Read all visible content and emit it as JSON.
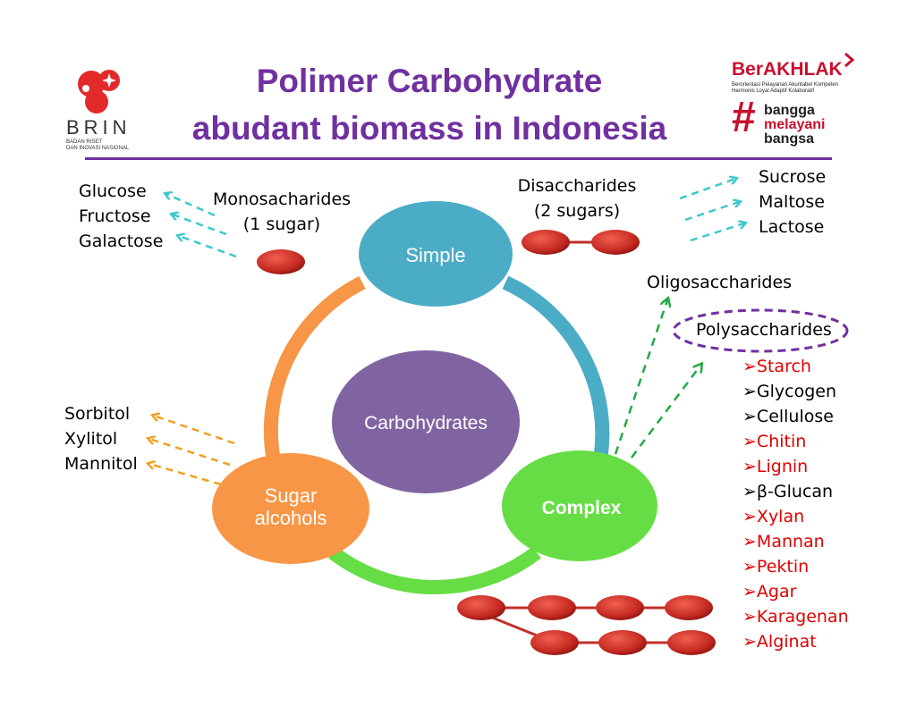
{
  "header": {
    "title_line1": "Polimer Carbohydrate",
    "title_line2": "abudant biomass in Indonesia",
    "brin_logo_text": "BRIN",
    "brin_logo_sub1": "BADAN RISET",
    "brin_logo_sub2": "DAN INOVASI NASIONAL",
    "berakhlak": {
      "title": "BerAKHLAK",
      "tagline1": "Berorientasi Pelayanan Akuntabel Kompeten",
      "tagline2": "Harmonis Loyal Adaptif Kolaboratif",
      "slogan1": "bangga",
      "slogan2": "melayani",
      "slogan3": "bangsa"
    }
  },
  "diagram": {
    "center": "Carbohydrates",
    "simple": "Simple",
    "complex": "Complex",
    "sugar_alcohols_line1": "Sugar",
    "sugar_alcohols_line2": "alcohols",
    "monosaccharides_line1": "Monosacharides",
    "monosaccharides_line2": "(1 sugar)",
    "disaccharides_line1": "Disaccharides",
    "disaccharides_line2": "(2 sugars)",
    "oligosaccharides": "Oligosaccharides",
    "polysaccharides": "Polysaccharides",
    "mono_examples": [
      "Glucose",
      "Fructose",
      "Galactose"
    ],
    "di_examples": [
      "Sucrose",
      "Maltose",
      "Lactose"
    ],
    "sugar_alcohol_examples": [
      "Sorbitol",
      "Xylitol",
      "Mannitol"
    ],
    "polysaccharide_examples": [
      {
        "label": "Starch",
        "color": "#e00000"
      },
      {
        "label": "Glycogen",
        "color": "#000000"
      },
      {
        "label": "Cellulose",
        "color": "#000000"
      },
      {
        "label": "Chitin",
        "color": "#e00000"
      },
      {
        "label": "Lignin",
        "color": "#e00000"
      },
      {
        "label": "β-Glucan",
        "color": "#000000"
      },
      {
        "label": "Xylan",
        "color": "#e00000"
      },
      {
        "label": "Mannan",
        "color": "#e00000"
      },
      {
        "label": "Pektin",
        "color": "#e00000"
      },
      {
        "label": "Agar",
        "color": "#e00000"
      },
      {
        "label": "Karagenan",
        "color": "#e00000"
      },
      {
        "label": "Alginat",
        "color": "#e00000"
      }
    ],
    "bullet": "➢"
  },
  "colors": {
    "title": "#7030a0",
    "simple": "#4bacc6",
    "complex": "#66dd44",
    "sugar_alcohols": "#f79646",
    "center": "#8064a2",
    "molecule": "#c0302a",
    "accent_red": "#e00000"
  }
}
